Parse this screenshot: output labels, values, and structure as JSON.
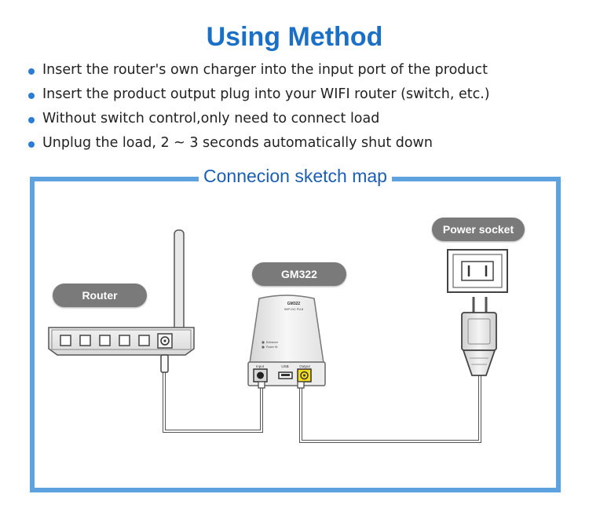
{
  "title": "Using Method",
  "instructions": [
    "Insert the router's own charger into the input port of the product",
    "Insert the product output plug into your WIFI router (switch, etc.)",
    "Without switch control,only need to connect load",
    "Unplug the load, 2 ~ 3 seconds automatically shut down"
  ],
  "sketch": {
    "title": "Connecion sketch map",
    "router_label": "Router",
    "device_label": "GM322",
    "socket_label": "Power socket",
    "device_model": "GM322",
    "device_subtitle": "WiFi DC Pd.8",
    "port_input": "Input",
    "port_usb": "USB",
    "port_output": "Output",
    "indicator_1": "Enhancer",
    "indicator_2": "Power IN"
  },
  "colors": {
    "title": "#1a6fc7",
    "frame": "#5ea3df",
    "pill": "#7a7a7a",
    "output_port": "#f5dc1e"
  }
}
